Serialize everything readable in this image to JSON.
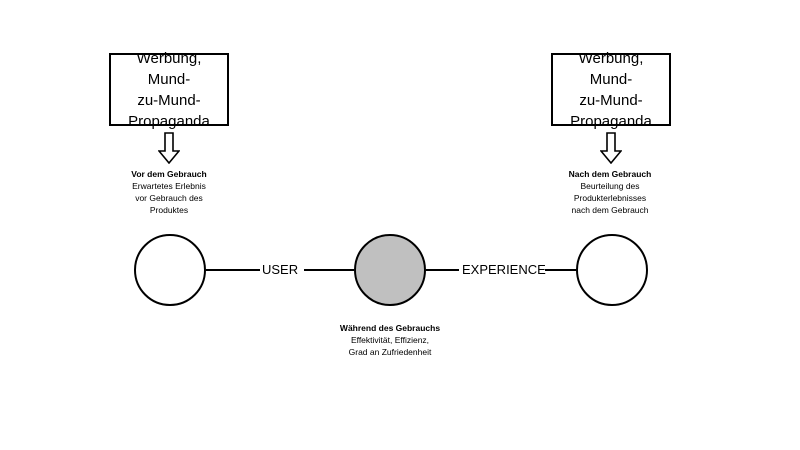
{
  "boxes": {
    "left": {
      "text": "Werbung, Mund-\nzu-Mund-\nPropaganda"
    },
    "right": {
      "text": "Werbung, Mund-\nzu-Mund-\nPropaganda"
    }
  },
  "phases": {
    "before": {
      "heading": "Vor dem Gebrauch",
      "lines": [
        "Erwartetes Erlebnis",
        "vor Gebrauch des",
        "Produktes"
      ]
    },
    "during": {
      "heading": "Während des Gebrauchs",
      "lines": [
        "Effektivität, Effizienz,",
        "Grad an Zufriedenheit"
      ]
    },
    "after": {
      "heading": "Nach dem Gebrauch",
      "lines": [
        "Beurteilung des",
        "Produkterlebnisses",
        "nach dem Gebrauch"
      ]
    }
  },
  "flow": {
    "label_1": "USER",
    "label_2": "EXPERIENCE"
  },
  "colors": {
    "stroke": "#000000",
    "during_fill": "#c0c0c0",
    "background": "#ffffff"
  }
}
